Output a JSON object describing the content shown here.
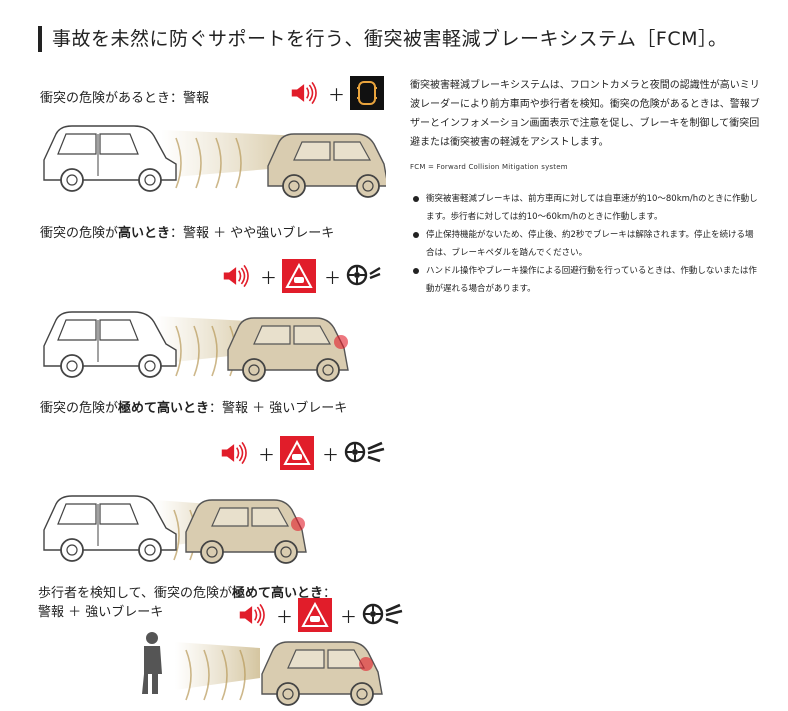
{
  "title": "事故を未然に防ぐサポートを行う、衝突被害軽減ブレーキシステム［FCM］。",
  "scenes": [
    {
      "heading_pre": "衝突の危険があるとき：警報",
      "heading_bold": "",
      "heading_post": ""
    },
    {
      "heading_pre": "衝突の危険が",
      "heading_bold": "高いとき",
      "heading_post": "：警報 ＋ やや強いブレーキ"
    },
    {
      "heading_pre": "衝突の危険が",
      "heading_bold": "極めて高いとき",
      "heading_post": "：警報 ＋ 強いブレーキ"
    },
    {
      "heading_pre": "歩行者を検知して、衝突の危険が",
      "heading_bold": "極めて高いとき",
      "heading_post": "：",
      "heading_line2": "警報 ＋ 強いブレーキ"
    }
  ],
  "plus": "＋",
  "description": "衝突被害軽減ブレーキシステムは、フロントカメラと夜間の認識性が高いミリ波レーダーにより前方車両や歩行者を検知。衝突の危険があるときは、警報ブザーとインフォメーション画面表示で注意を促し、ブレーキを制御して衝突回避または衝突被害の軽減をアシストします。",
  "fcm_note": "FCM = Forward Collision Mitigation system",
  "notes": [
    "衝突被害軽減ブレーキは、前方車両に対しては自車速が約10〜80km/hのときに作動します。歩行者に対しては約10〜60km/hのときに作動します。",
    "停止保持機能がないため、停止後、約2秒でブレーキは解除されます。停止を続ける場合は、ブレーキペダルを踏んでください。",
    "ハンドル操作やブレーキ操作による回避行動を行っているときは、作動しないまたは作動が遅れる場合があります。"
  ],
  "colors": {
    "warning_red": "#e11d2a",
    "car_beige": "#d9ccb0",
    "arc_gold": "#b89a5a"
  }
}
